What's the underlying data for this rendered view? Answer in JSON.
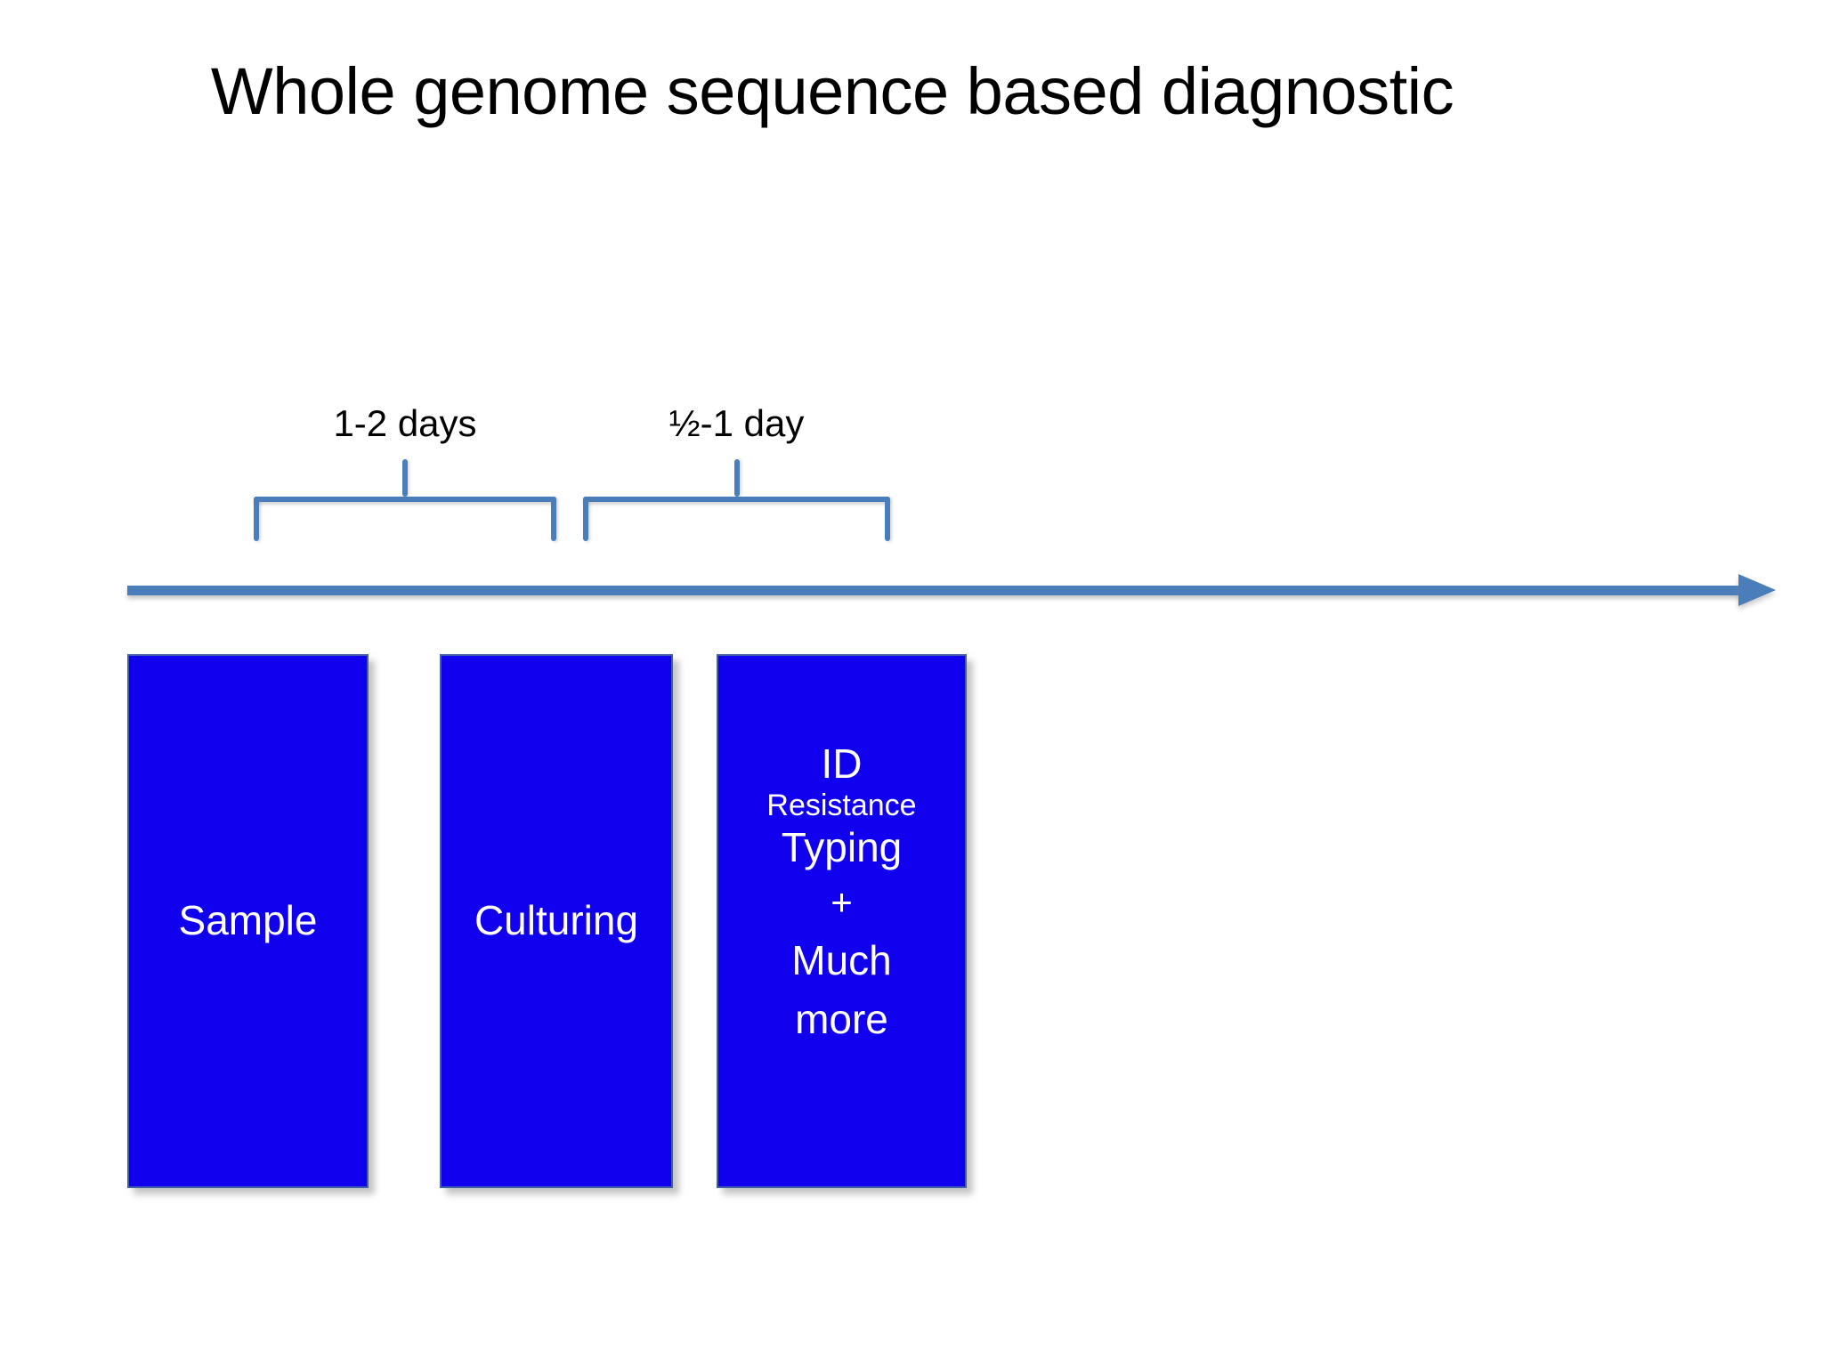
{
  "slide": {
    "title": "Whole genome sequence based diagnostic",
    "background_color": "#FFFFFF",
    "accent_color": "#4A7EBB",
    "box_fill_color": "#1100EE",
    "box_text_color": "#FFFFFF"
  },
  "timeline": {
    "arrow_label": "time-arrow",
    "brackets": [
      {
        "label": "1-2 days"
      },
      {
        "label": "½-1 day"
      }
    ]
  },
  "process_boxes": [
    {
      "name": "sample",
      "lines": [
        {
          "text": "Sample",
          "size": "normal"
        }
      ]
    },
    {
      "name": "culturing",
      "lines": [
        {
          "text": "Culturing",
          "size": "normal"
        }
      ]
    },
    {
      "name": "analysis",
      "lines": [
        {
          "text": "ID",
          "size": "normal"
        },
        {
          "text": "Resistance",
          "size": "small"
        },
        {
          "text": "Typing",
          "size": "normal"
        },
        {
          "text": "+",
          "size": "plus"
        },
        {
          "text": "Much",
          "size": "normal"
        },
        {
          "text": "more",
          "size": "normal"
        }
      ]
    }
  ]
}
